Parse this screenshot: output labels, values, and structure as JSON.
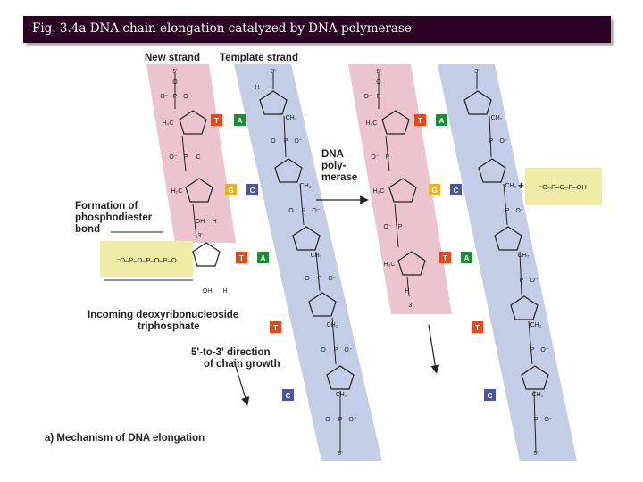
{
  "slide": {
    "title": "Fig. 3.4a  DNA chain elongation catalyzed by DNA polymerase"
  },
  "figure": {
    "labels": {
      "new_strand": "New strand",
      "template_strand": "Template strand",
      "formation_line1": "Formation of",
      "formation_line2": "phosphodiester",
      "formation_line3": "bond",
      "enzyme_line1": "DNA",
      "enzyme_line2": "poly-",
      "enzyme_line3": "merase",
      "incoming_line1": "Incoming deoxyribonucleoside",
      "incoming_line2": "triphosphate",
      "direction_line1": "5'-to-3' direction",
      "direction_line2": "of chain growth",
      "caption": "a) Mechanism of DNA elongation",
      "plus": "+"
    },
    "ends": {
      "five_prime": "5'",
      "three_prime": "3'"
    },
    "atoms": {
      "oxygen": "O",
      "phosphorus": "P",
      "oxygen_minus": "O⁻",
      "carbon": "C",
      "hydrogen": "H",
      "ch2": "CH₂",
      "h2c": "H₂C",
      "oh": "OH",
      "triphosphate": "⁻O–P–O–P–O–P–O",
      "pyrophosphate": "⁻O–P–O–P–OH"
    },
    "bases": {
      "T": "T",
      "A": "A",
      "G": "G",
      "C": "C"
    },
    "colors": {
      "new_strand_band": "#ecc4cf",
      "template_strand_band": "#c3cde6",
      "triphosphate_box": "#eeeca6",
      "base_T": "#e04a1c",
      "base_A": "#1f8a3a",
      "base_G": "#e8b220",
      "base_C": "#4a55a8"
    }
  }
}
